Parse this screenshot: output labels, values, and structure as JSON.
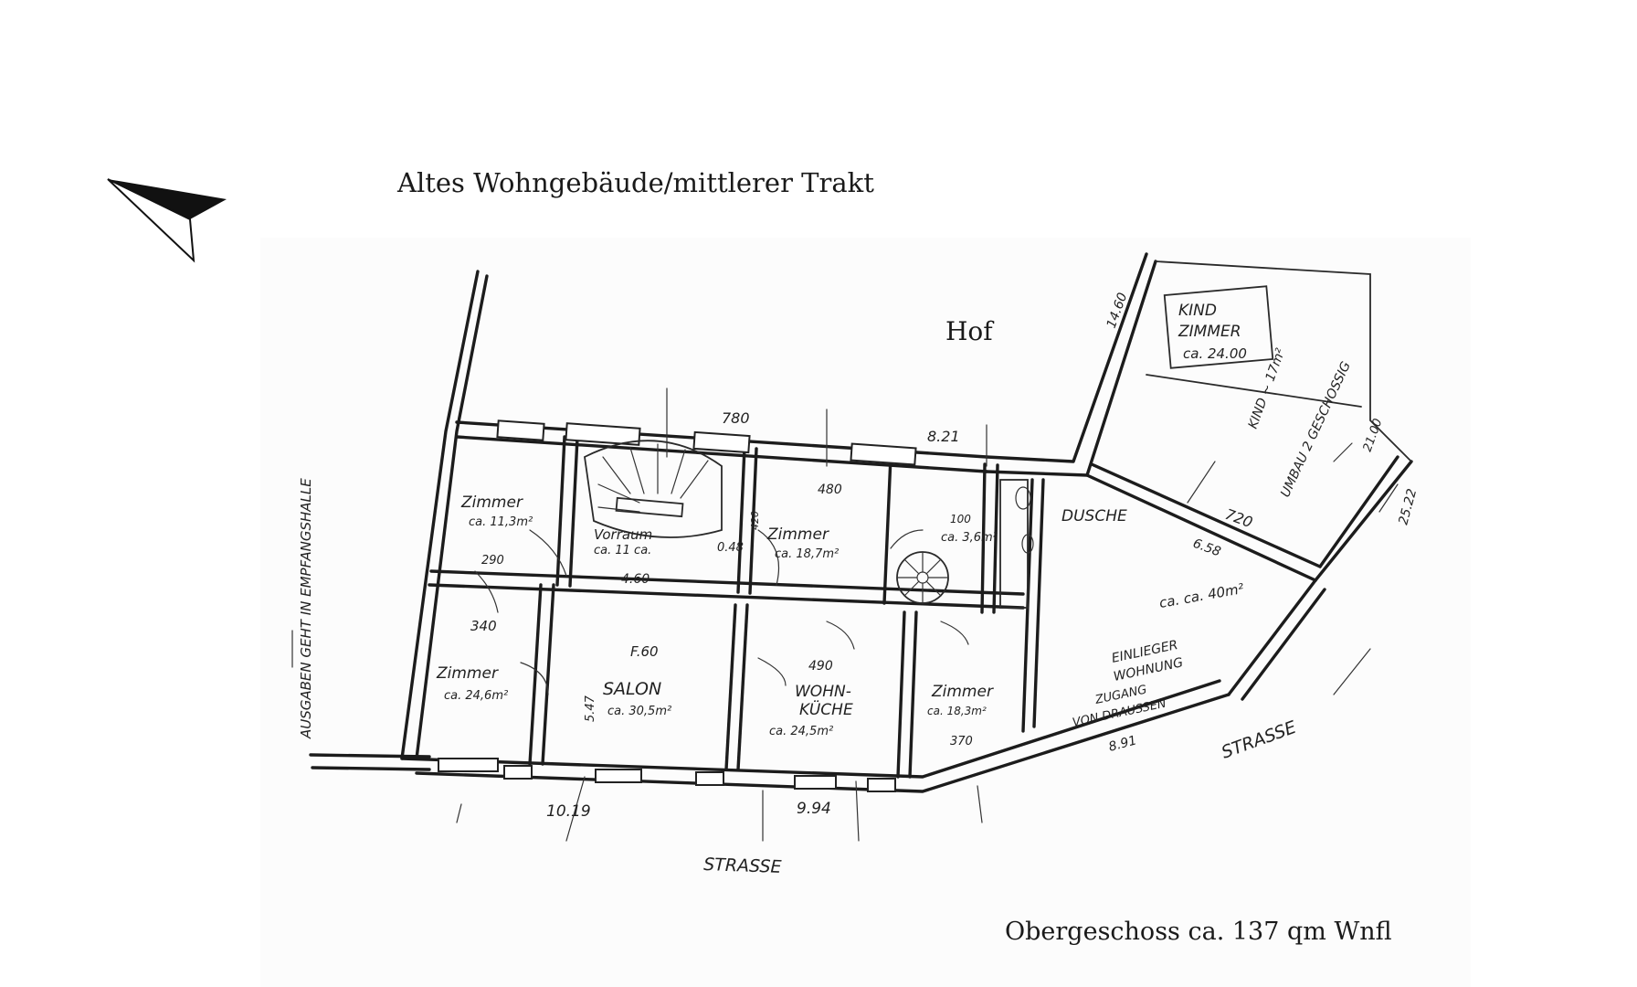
{
  "header": {
    "title": "Altes Wohngebäude/mittlerer Trakt"
  },
  "footer": {
    "caption": "Obergeschoss ca. 137 qm Wnfl"
  },
  "labels": {
    "courtyard": "Hof",
    "street_bottom": "STRASSE",
    "street_right": "STRASSE"
  },
  "rooms": {
    "zimmer_1_name": "Zimmer",
    "zimmer_1_area": "ca. 11,3m²",
    "vorraum_name": "Vorraum",
    "vorraum_area": "ca. 11 ca.",
    "zimmer_2_name": "Zimmer",
    "zimmer_2_area": "ca. 18,7m²",
    "bad_area": "ca. 3,6m²",
    "dusche": "DUSCHE",
    "zimmer_3_name": "Zimmer",
    "zimmer_3_area": "ca. 24,6m²",
    "salon_name": "SALON",
    "salon_area": "ca. 30,5m²",
    "wohnkueche_name": "WOHN-",
    "wohnkueche_name_2": "KÜCHE",
    "wohnkueche_area": "ca. 24,5m²",
    "zimmer_4_name": "Zimmer",
    "zimmer_4_area": "ca. 18,3m²",
    "kind_line1": "KIND",
    "kind_line2": "ZIMMER",
    "kind_line3": "ca. 24.00",
    "einlieger_area": "ca. ca. 40m²",
    "einlieger_line1": "EINLIEGER",
    "einlieger_line2": "WOHNUNG",
    "einlieger_line3": "ZUGANG",
    "einlieger_line4": "VON DRAUSSEN",
    "side_text": "AUSGABEN GEHT IN EMPFANGSHALLE",
    "umbau_text": "UMBAU 2 GESCHOSSIG",
    "kind_side": "KIND ~ 17m²"
  },
  "dimensions": {
    "d_780": "780",
    "d_821": "8.21",
    "d_480": "480",
    "d_290": "290",
    "d_340": "340",
    "d_460": "4.60",
    "d_f60": "F.60",
    "d_490": "490",
    "d_370": "370",
    "d_1019": "10.19",
    "d_994": "9.94",
    "d_891": "8.91",
    "d_720": "720",
    "d_658": "6.58",
    "d_1460": "14.60",
    "d_2100": "21.00",
    "d_2522": "25.22",
    "d_547": "5.47",
    "d_420": "420",
    "d_048": "0.48",
    "d_100": "100"
  },
  "colors": {
    "ink": "#1c1c1c",
    "paper": "#ffffff"
  },
  "icons": {
    "north_arrow": "north-arrow-icon"
  }
}
